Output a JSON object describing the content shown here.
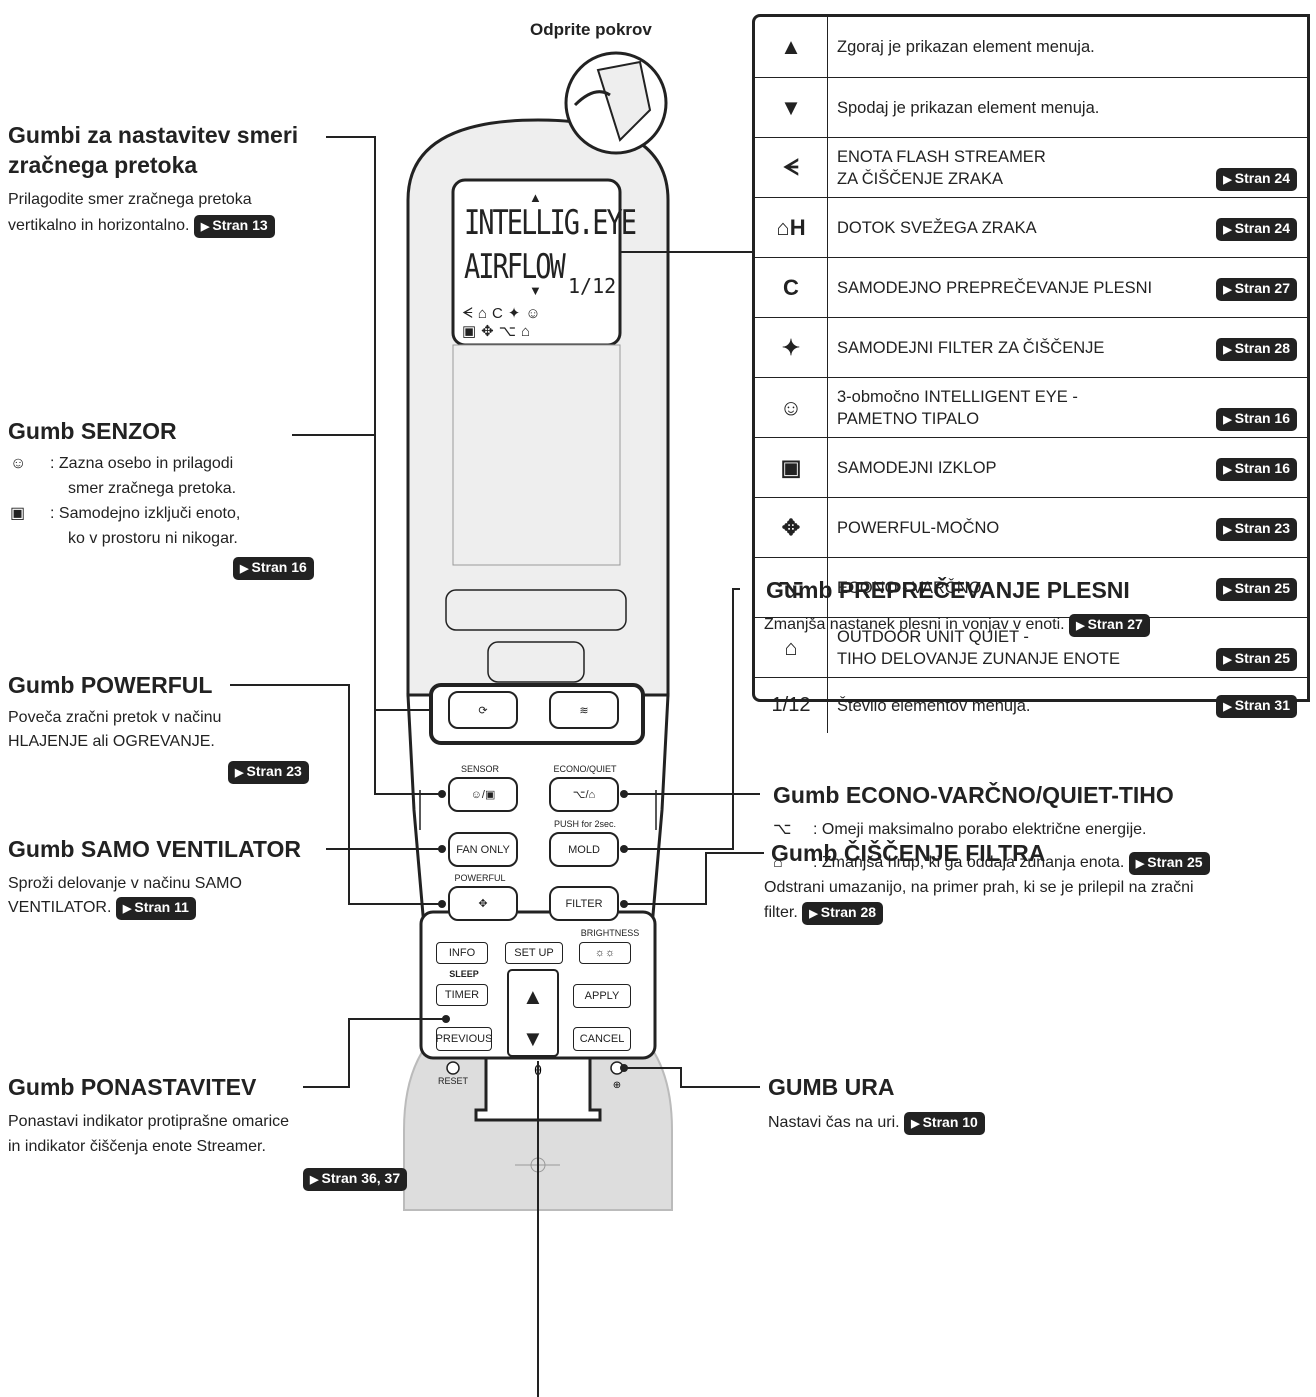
{
  "cover": {
    "label": "Odprite pokrov"
  },
  "display": {
    "line1": "INTELLIG.EYE",
    "line2": "AIRFLOW",
    "counter": "1/12"
  },
  "remote": {
    "sensor_label": "SENSOR",
    "econo_label": "ECONO/QUIET",
    "fan_only": "FAN ONLY",
    "push_label": "PUSH for 2sec.",
    "mold": "MOLD",
    "powerful_label": "POWERFUL",
    "filter": "FILTER",
    "brightness_label": "BRIGHTNESS",
    "info": "INFO",
    "setup": "SET UP",
    "sleep_label": "SLEEP",
    "timer": "TIMER",
    "apply": "APPLY",
    "previous": "PREVIOUS",
    "cancel": "CANCEL",
    "reset": "RESET"
  },
  "callouts": {
    "airflow": {
      "title_1": "Gumbi za nastavitev smeri",
      "title_2": "zračnega pretoka",
      "desc_1": "Prilagodite smer zračnega pretoka",
      "desc_2": "vertikalno in horizontalno.",
      "ref": "Stran 13"
    },
    "sensor": {
      "title": "Gumb SENZOR",
      "item1_1": "Zazna osebo in prilagodi",
      "item1_2": "smer zračnega pretoka.",
      "item2_1": "Samodejno izključi enoto,",
      "item2_2": "ko v prostoru ni nikogar.",
      "ref": "Stran 16"
    },
    "fan_only": {
      "title": "Gumb SAMO VENTILATOR",
      "desc_1": "Sproži delovanje v načinu SAMO",
      "desc_2": "VENTILATOR.",
      "ref": "Stran 11"
    },
    "powerful": {
      "title": "Gumb POWERFUL",
      "desc_1": "Poveča zračni pretok v načinu",
      "desc_2": "HLAJENJE ali OGREVANJE.",
      "ref": "Stran 23"
    },
    "reset": {
      "title": "Gumb PONASTAVITEV",
      "desc_1": "Ponastavi indikator protiprašne omarice",
      "desc_2": "in indikator čiščenja enote Streamer.",
      "ref": "Stran 36, 37"
    },
    "econo": {
      "title": "Gumb ECONO-VARČNO/QUIET-TIHO",
      "item1": "Omeji maksimalno porabo električne energije.",
      "item2": "Zmanjša hrup, ki ga oddaja zunanja enota.",
      "ref": "Stran 25"
    },
    "mold": {
      "title": "Gumb PREPREČEVANJE PLESNI",
      "desc": "Zmanjša nastanek plesni in vonjav v enoti.",
      "ref": "Stran 27"
    },
    "filter": {
      "title": "Gumb ČIŠČENJE FILTRA",
      "desc_1": "Odstrani umazanijo, na primer prah, ki se je prilepil na zračni",
      "desc_2": "filter.",
      "ref": "Stran 28"
    },
    "clock": {
      "title": "GUMB URA",
      "desc": "Nastavi čas na uri.",
      "ref": "Stran 10"
    }
  },
  "menu_table": [
    {
      "icon": "▲",
      "icon_name": "up-arrow-icon",
      "line1": "Zgoraj je prikazan element menuja.",
      "line2": "",
      "ref": ""
    },
    {
      "icon": "▼",
      "icon_name": "down-arrow-icon",
      "line1": "Spodaj je prikazan element menuja.",
      "line2": "",
      "ref": ""
    },
    {
      "icon": "ᗕ",
      "icon_name": "flash-streamer-icon",
      "line1": "ENOTA FLASH STREAMER",
      "line2": "ZA ČIŠČENJE ZRAKA",
      "ref": "Stran 24"
    },
    {
      "icon": "⌂H",
      "icon_name": "fresh-air-icon",
      "line1": "DOTOK SVEŽEGA ZRAKA",
      "line2": "",
      "ref": "Stran 24"
    },
    {
      "icon": "C",
      "icon_name": "mold-proof-icon",
      "line1": "SAMODEJNO PREPREČEVANJE PLESNI",
      "line2": "",
      "ref": "Stran 27"
    },
    {
      "icon": "✦",
      "icon_name": "filter-clean-icon",
      "line1": "SAMODEJNI FILTER ZA ČIŠČENJE",
      "line2": "",
      "ref": "Stran 28"
    },
    {
      "icon": "☺",
      "icon_name": "intelligent-eye-icon",
      "line1": "3-območno INTELLIGENT EYE -",
      "line2": "PAMETNO TIPALO",
      "ref": "Stran 16"
    },
    {
      "icon": "▣",
      "icon_name": "auto-off-icon",
      "line1": "SAMODEJNI IZKLOP",
      "line2": "",
      "ref": "Stran 16"
    },
    {
      "icon": "✥",
      "icon_name": "powerful-icon",
      "line1": "POWERFUL-MOČNO",
      "line2": "",
      "ref": "Stran 23"
    },
    {
      "icon": "⌥",
      "icon_name": "econo-icon",
      "line1": "ECONO - VARČNO",
      "line2": "",
      "ref": "Stran 25"
    },
    {
      "icon": "⌂",
      "icon_name": "outdoor-quiet-icon",
      "line1": "OUTDOOR UNIT QUIET -",
      "line2": "TIHO DELOVANJE ZUNANJE ENOTE",
      "ref": "Stran 25"
    },
    {
      "icon": "1/12",
      "icon_name": "counter-icon",
      "line1": "Število elementov menuja.",
      "line2": "",
      "ref": "Stran 31"
    }
  ]
}
